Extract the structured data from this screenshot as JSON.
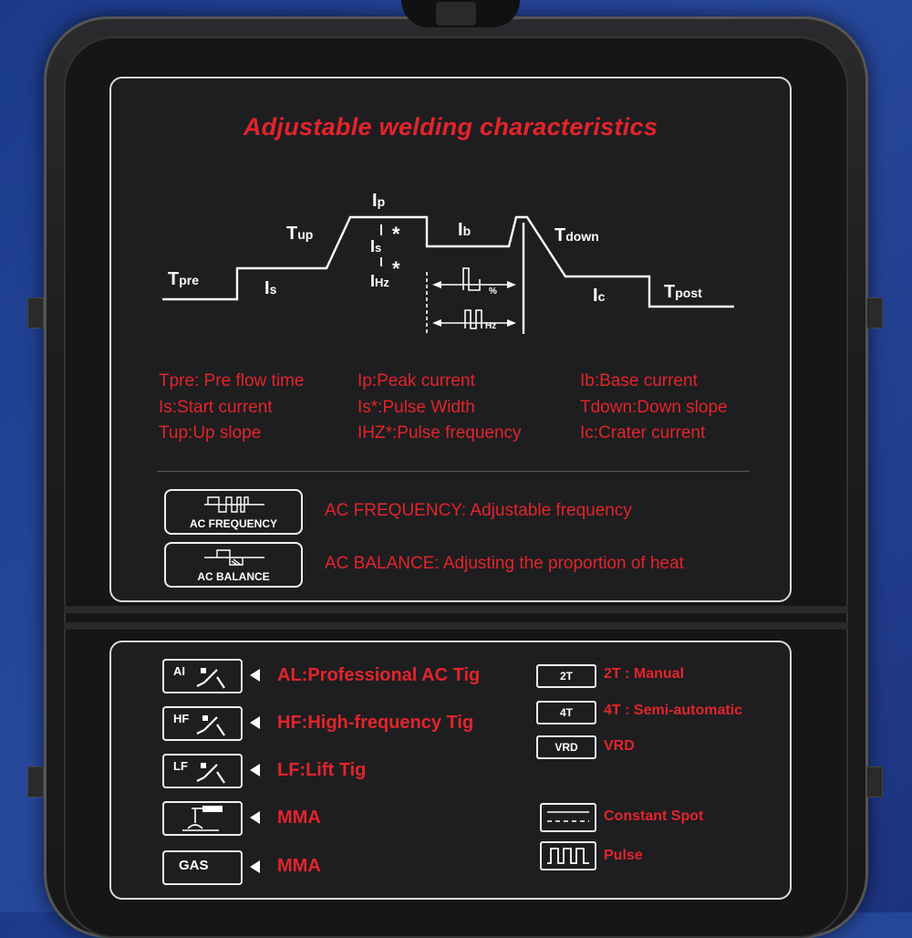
{
  "title": "Adjustable welding characteristics",
  "diagram_labels": {
    "tpre_main": "T",
    "tpre_sub": "pre",
    "is_main": "I",
    "is_sub": "s",
    "tup_main": "T",
    "tup_sub": "up",
    "ip_main": "I",
    "ip_sub": "p",
    "is2_main": "I",
    "is2_sub": "s",
    "ihz_main": "I",
    "ihz_sub": "Hz",
    "ib_main": "I",
    "ib_sub": "b",
    "tdown_main": "T",
    "tdown_sub": "down",
    "ic_main": "I",
    "ic_sub": "c",
    "tpost_main": "T",
    "tpost_sub": "post",
    "star1": "*",
    "star2": "*",
    "percent": "%",
    "hz": "Hz"
  },
  "legend": {
    "col1": [
      "Tpre: Pre flow time",
      "Is:Start current",
      "Tup:Up slope"
    ],
    "col2": [
      "Ip:Peak current",
      "Is*:Pulse Width",
      "IHZ*:Pulse frequency"
    ],
    "col3": [
      "Ib:Base current",
      "Tdown:Down slope",
      "Ic:Crater current"
    ]
  },
  "ac_controls": [
    {
      "button": "AC FREQUENCY",
      "desc": "AC FREQUENCY:  Adjustable frequency"
    },
    {
      "button": "AC BALANCE",
      "desc": "AC BALANCE:  Adjusting the proportion of heat"
    }
  ],
  "modes": [
    {
      "button": "AI",
      "desc": "AL:Professional AC Tig"
    },
    {
      "button": "HF",
      "desc": "HF:High-frequency Tig"
    },
    {
      "button": "LF",
      "desc": "LF:Lift Tig"
    },
    {
      "button": "",
      "desc": "MMA"
    },
    {
      "button": "GAS",
      "desc": "MMA"
    }
  ],
  "triggers": [
    {
      "button": "2T",
      "desc": "2T : Manual"
    },
    {
      "button": "4T",
      "desc": "4T : Semi-automatic"
    },
    {
      "button": "VRD",
      "desc": "VRD"
    }
  ],
  "spot": [
    {
      "desc": "Constant Spot",
      "icon": "constant-spot-icon"
    },
    {
      "desc": "Pulse",
      "icon": "pulse-icon"
    }
  ],
  "colors": {
    "accent": "#e3242b",
    "panel": "#1e1e20",
    "outline": "#d9d9d9"
  }
}
